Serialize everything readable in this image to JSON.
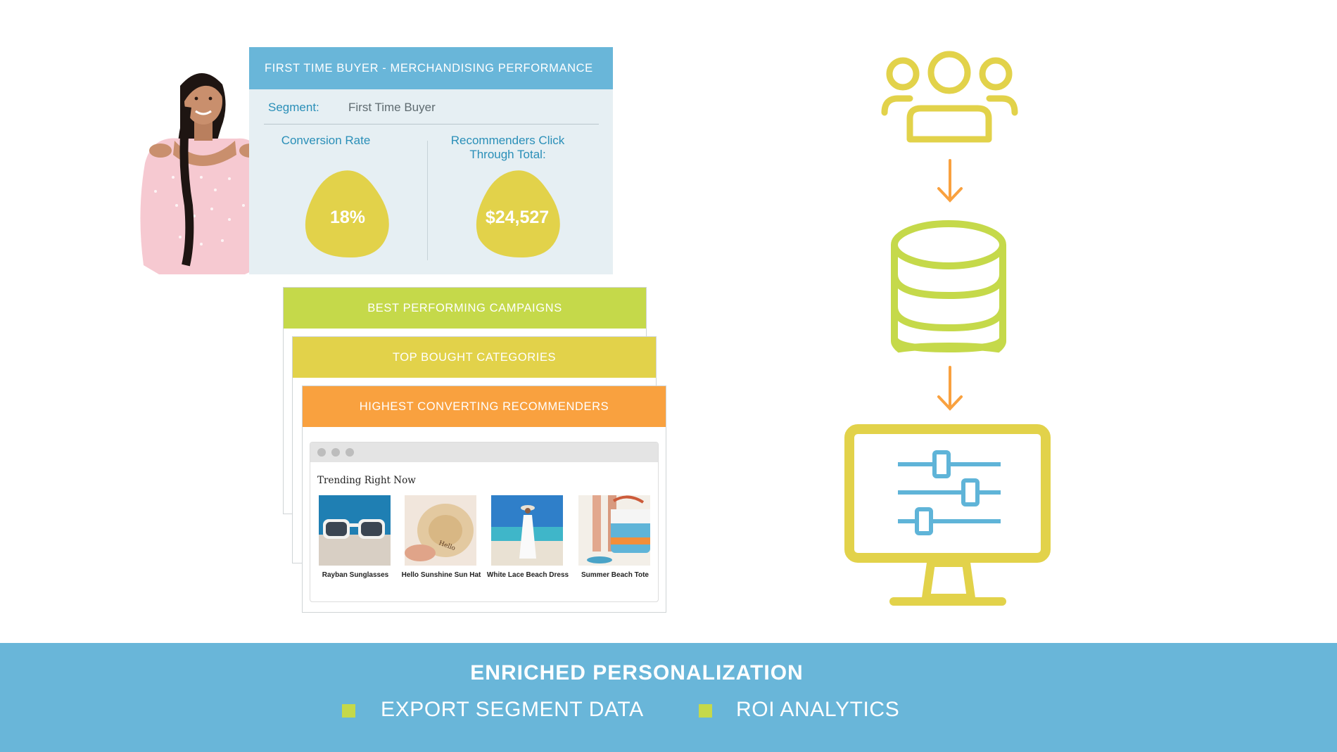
{
  "dashboard": {
    "title": "FIRST TIME BUYER - MERCHANDISING PERFORMANCE",
    "segment_label": "Segment:",
    "segment_value": "First Time Buyer",
    "metrics": [
      {
        "title": "Conversion Rate",
        "value": "18%"
      },
      {
        "title": "Recommenders Click Through Total:",
        "value": "$24,527"
      }
    ]
  },
  "cards": {
    "campaigns": "BEST PERFORMING CAMPAIGNS",
    "categories": "TOP BOUGHT CATEGORIES",
    "recommenders": "HIGHEST CONVERTING RECOMMENDERS"
  },
  "browser": {
    "heading": "Trending Right Now",
    "products": [
      {
        "name": "Rayban Sunglasses",
        "icon": "sunglasses-image"
      },
      {
        "name": "Hello Sunshine Sun Hat",
        "icon": "sun-hat-image"
      },
      {
        "name": "White Lace Beach Dress",
        "icon": "beach-dress-image"
      },
      {
        "name": "Summer Beach Tote",
        "icon": "beach-tote-image"
      }
    ]
  },
  "flow_icons": [
    "users-icon",
    "arrow-down-icon",
    "database-icon",
    "arrow-down-icon",
    "monitor-settings-icon"
  ],
  "footer": {
    "title": "ENRICHED PERSONALIZATION",
    "bullets": [
      "EXPORT SEGMENT DATA",
      "ROI ANALYTICS"
    ]
  },
  "colors": {
    "blue": "#69b6d9",
    "green": "#c5d94a",
    "yellow": "#e2d24a",
    "orange": "#f9a13f",
    "text_blue": "#2a8fb8"
  }
}
